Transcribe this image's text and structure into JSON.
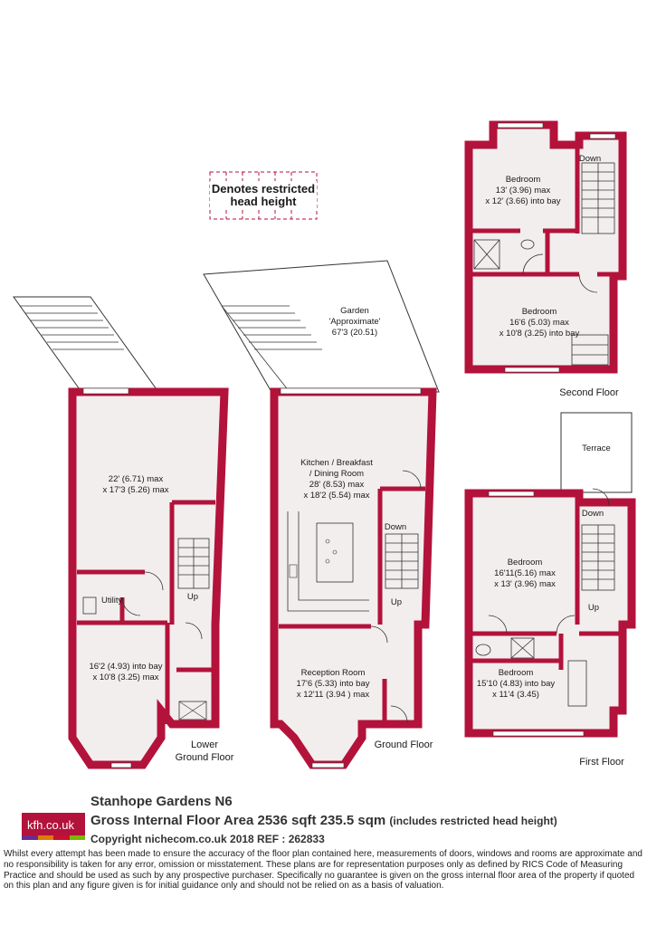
{
  "legend": {
    "restricted_line1": "Denotes restricted",
    "restricted_line2": "head height"
  },
  "floors": {
    "lower_ground": {
      "name_line1": "Lower",
      "name_line2": "Ground Floor"
    },
    "ground": {
      "name": "Ground Floor"
    },
    "first": {
      "name": "First Floor"
    },
    "second": {
      "name": "Second Floor"
    }
  },
  "rooms": {
    "lg_main": {
      "line1": "22' (6.71) max",
      "line2": "x 17'3 (5.26) max"
    },
    "lg_utility": {
      "line1": "Utility"
    },
    "lg_front": {
      "line1": "16'2 (4.93) into bay",
      "line2": "x 10'8 (3.25) max"
    },
    "lg_up": "Up",
    "garden": {
      "line1": "Garden",
      "line2": "'Approximate'",
      "line3": "67'3 (20.51)"
    },
    "kitchen": {
      "line1": "Kitchen / Breakfast",
      "line2": "/ Dining Room",
      "line3": "28' (8.53) max",
      "line4": "x 18'2 (5.54) max"
    },
    "reception": {
      "line1": "Reception Room",
      "line2": "17'6 (5.33) into bay",
      "line3": "x 12'11 (3.94 ) max"
    },
    "g_down": "Down",
    "g_up": "Up",
    "terrace": "Terrace",
    "f_bedroom1": {
      "line1": "Bedroom",
      "line2": "16'11(5.16) max",
      "line3": "x 13' (3.96) max"
    },
    "f_bedroom2": {
      "line1": "Bedroom",
      "line2": "15'10 (4.83) into bay",
      "line3": "x 11'4 (3.45)"
    },
    "f_down": "Down",
    "f_up": "Up",
    "s_bedroom1": {
      "line1": "Bedroom",
      "line2": "13' (3.96) max",
      "line3": "x 12' (3.66) into bay"
    },
    "s_bedroom2": {
      "line1": "Bedroom",
      "line2": "16'6 (5.03) max",
      "line3": "x 10'8 (3.25) into bay"
    },
    "s_down": "Down"
  },
  "footer": {
    "logo": "kfh.co.uk",
    "logo_colors": [
      "#6a2c8f",
      "#e07b00",
      "#c8102e",
      "#7ab800"
    ],
    "address": "Stanhope Gardens  N6",
    "area": "Gross Internal Floor Area 2536 sqft 235.5 sqm",
    "area_note": "(includes restricted head height)",
    "copyright": "Copyright nichecom.co.uk 2018 REF : 262833",
    "disclaimer": "Whilst every attempt has been made to ensure the accuracy of the floor plan contained here, measurements of doors, windows and rooms are approximate and no responsibility is taken for any error, omission or misstatement.  These plans are for representation purposes only as defined by RICS Code of Measuring Practice and should be used as such by any prospective purchaser.  Specifically no guarantee is given on the gross internal floor area of the property if quoted on this plan and any figure given is for initial guidance only and should not be relied on as a basis of valuation."
  },
  "colors": {
    "wall": "#b3123b",
    "floor_fill": "#f2eeee",
    "line": "#333333"
  }
}
